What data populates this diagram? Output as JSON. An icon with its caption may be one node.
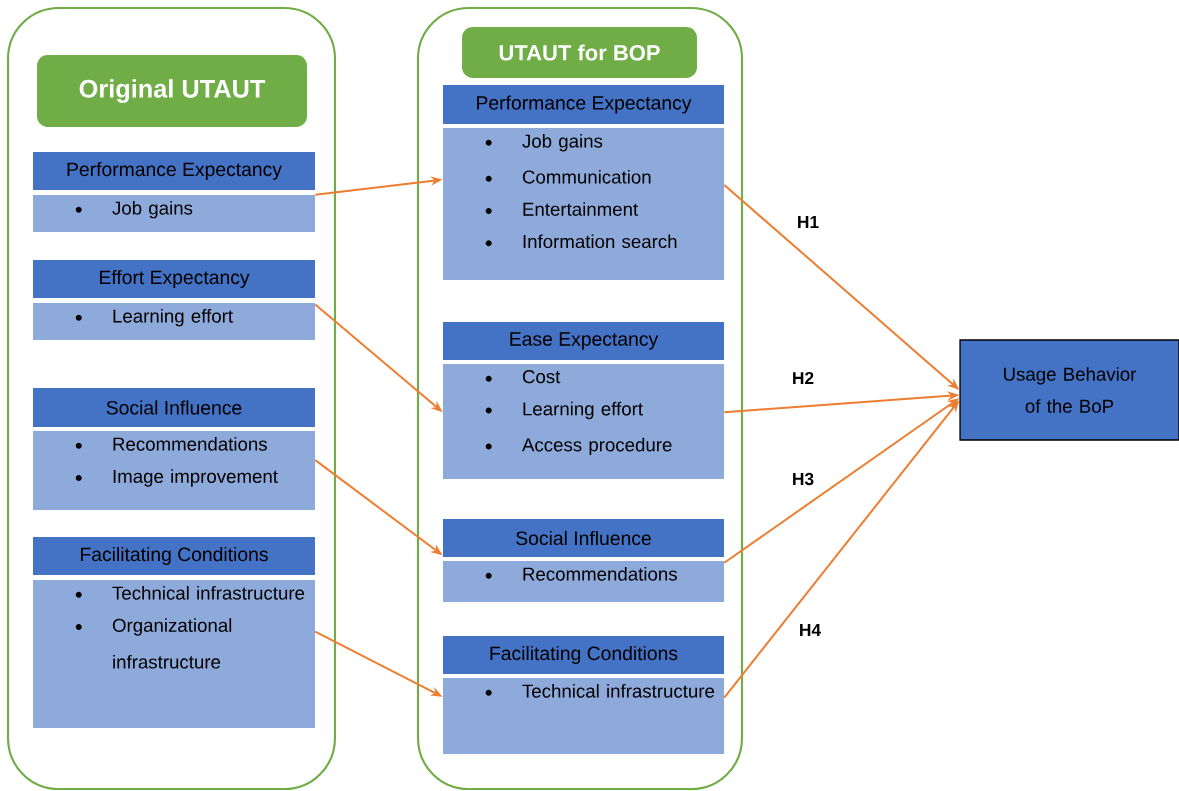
{
  "diagram": {
    "nodes": [
      {
        "text": [],
        "shape": "box"
      },
      {
        "text": [
          "Original UTAUT"
        ],
        "in": 0
      },
      {
        "text": [
          "Performance Expectancy"
        ],
        "in": 0
      },
      {
        "text": [
          "Job gains"
        ],
        "in": 0
      },
      {
        "text": [
          "Effort Expectancy"
        ],
        "in": 0
      },
      {
        "text": [
          "Learning effort"
        ],
        "in": 0
      },
      {
        "text": [
          "Social Influence"
        ],
        "in": 0
      },
      {
        "text": [
          "Recommendations",
          "Image improvement"
        ],
        "in": 0
      },
      {
        "text": [
          "Facilitating Conditions"
        ],
        "in": 0
      },
      {
        "text": [
          "Technical infrastructure",
          "Organizational infrastructure"
        ],
        "in": 0
      },
      {
        "text": [],
        "shape": "box"
      },
      {
        "text": [
          "UTAUT for BOP"
        ],
        "in": 10
      },
      {
        "text": [
          "Performance Expectancy"
        ],
        "in": 10
      },
      {
        "text": [
          "Job gains",
          "Communication",
          "Entertainment",
          "Information search"
        ],
        "in": 10
      },
      {
        "text": [
          "Ease Expectancy"
        ],
        "in": 10
      },
      {
        "text": [
          "Cost",
          "Learning effort",
          "Access procedure"
        ],
        "in": 10
      },
      {
        "text": [
          "Social Influence"
        ],
        "in": 10
      },
      {
        "text": [
          "Recommendations"
        ],
        "in": 10
      },
      {
        "text": [
          "Facilitating Conditions"
        ],
        "in": 10
      },
      {
        "text": [
          "Technical infrastructure"
        ],
        "in": 10
      },
      {
        "text": [
          "Usage Behavior of the BoP"
        ]
      }
    ],
    "edges": [
      {
        "from": 3,
        "to": 13,
        "arrow": "to"
      },
      {
        "from": 5,
        "to": 15,
        "arrow": "to"
      },
      {
        "from": 7,
        "to": 16,
        "arrow": "to"
      },
      {
        "from": 9,
        "to": 19,
        "arrow": "to"
      },
      {
        "from": 13,
        "to": 20,
        "arrow": "to",
        "label": "H1"
      },
      {
        "from": 15,
        "to": 20,
        "arrow": "to",
        "label": "H2"
      },
      {
        "from": 17,
        "to": 20,
        "arrow": "to",
        "label": "H3"
      },
      {
        "from": 19,
        "to": 20,
        "arrow": "to",
        "label": "H4"
      }
    ]
  }
}
